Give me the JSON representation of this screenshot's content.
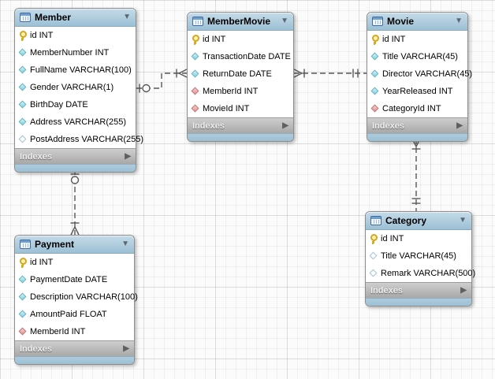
{
  "labels": {
    "indexes": "Indexes"
  },
  "icons": {
    "collapse": "▼",
    "expand": "▶"
  },
  "tables": [
    {
      "name": "Member",
      "fields": [
        {
          "icon": "primary-key-icon",
          "text": "id INT"
        },
        {
          "icon": "column-icon",
          "text": "MemberNumber INT"
        },
        {
          "icon": "column-icon",
          "text": "FullName VARCHAR(100)"
        },
        {
          "icon": "column-icon",
          "text": "Gender VARCHAR(1)"
        },
        {
          "icon": "column-icon",
          "text": "BirthDay DATE"
        },
        {
          "icon": "column-icon",
          "text": "Address VARCHAR(255)"
        },
        {
          "icon": "nullable-column-icon",
          "text": "PostAddress VARCHAR(255)"
        }
      ]
    },
    {
      "name": "MemberMovie",
      "fields": [
        {
          "icon": "primary-key-icon",
          "text": "id INT"
        },
        {
          "icon": "column-icon",
          "text": "TransactionDate DATE"
        },
        {
          "icon": "column-icon",
          "text": "ReturnDate DATE"
        },
        {
          "icon": "foreign-key-icon",
          "text": "MemberId INT"
        },
        {
          "icon": "foreign-key-icon",
          "text": "MovieId INT"
        }
      ]
    },
    {
      "name": "Movie",
      "fields": [
        {
          "icon": "primary-key-icon",
          "text": "id INT"
        },
        {
          "icon": "column-icon",
          "text": "Title VARCHAR(45)"
        },
        {
          "icon": "column-icon",
          "text": "Director VARCHAR(45)"
        },
        {
          "icon": "column-icon",
          "text": "YearReleased INT"
        },
        {
          "icon": "foreign-key-icon",
          "text": "CategoryId INT"
        }
      ]
    },
    {
      "name": "Category",
      "fields": [
        {
          "icon": "primary-key-icon",
          "text": "id INT"
        },
        {
          "icon": "nullable-column-icon",
          "text": "Title VARCHAR(45)"
        },
        {
          "icon": "nullable-column-icon",
          "text": "Remark VARCHAR(500)"
        }
      ]
    },
    {
      "name": "Payment",
      "fields": [
        {
          "icon": "primary-key-icon",
          "text": "id INT"
        },
        {
          "icon": "column-icon",
          "text": "PaymentDate DATE"
        },
        {
          "icon": "column-icon",
          "text": "Description VARCHAR(100)"
        },
        {
          "icon": "column-icon",
          "text": "AmountPaid FLOAT"
        },
        {
          "icon": "foreign-key-icon",
          "text": "MemberId INT"
        }
      ]
    }
  ],
  "relationships": [
    {
      "from": "Member",
      "to": "MemberMovie",
      "type": "one-to-many",
      "line": "dashed"
    },
    {
      "from": "Movie",
      "to": "MemberMovie",
      "type": "one-to-many",
      "line": "dashed"
    },
    {
      "from": "Category",
      "to": "Movie",
      "type": "one-to-many",
      "line": "dashed"
    },
    {
      "from": "Member",
      "to": "Payment",
      "type": "one-to-many",
      "line": "dashed"
    }
  ],
  "colors": {
    "table_header": "#a9c7d9",
    "table_footer": "#9cc0d5",
    "indexes_bar": "#b5b5b5",
    "primary_key_icon": "#e8c53e",
    "column_icon": "#7ed2df",
    "foreign_key_icon": "#e39191",
    "wire": "#585858"
  }
}
